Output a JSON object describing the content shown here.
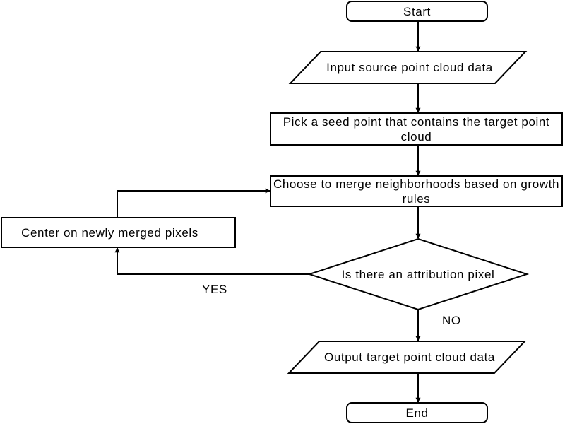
{
  "nodes": {
    "start": "Start",
    "input": "Input source point cloud data",
    "seed": "Pick a seed point that contains the target point cloud",
    "merge": "Choose to merge neighborhoods based on growth rules",
    "center": "Center on newly merged pixels",
    "decision": "Is there an attribution pixel",
    "output": "Output target point cloud data",
    "end": "End"
  },
  "edges": {
    "yes_label": "YES",
    "no_label": "NO"
  }
}
